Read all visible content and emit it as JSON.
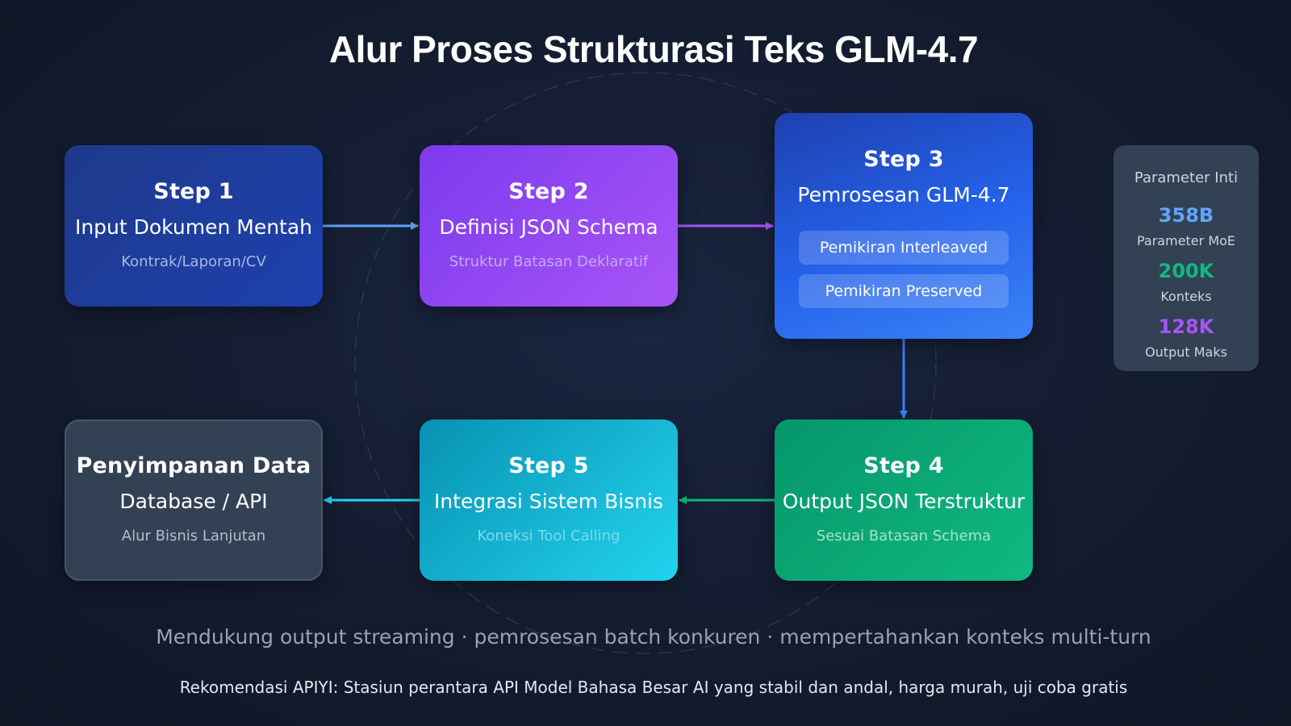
{
  "title": "Alur Proses Strukturasi Teks GLM-4.7",
  "steps": [
    {
      "step": "Step 1",
      "name": "Input Dokumen Mentah",
      "sub": "Kontrak/Laporan/CV"
    },
    {
      "step": "Step 2",
      "name": "Definisi JSON Schema",
      "sub": "Struktur Batasan Deklaratif"
    },
    {
      "step": "Step 3",
      "name": "Pemrosesan GLM-4.7",
      "chips": [
        "Pemikiran Interleaved",
        "Pemikiran Preserved"
      ]
    },
    {
      "step": "Step 4",
      "name": "Output JSON Terstruktur",
      "sub": "Sesuai Batasan Schema"
    },
    {
      "step": "Step 5",
      "name": "Integrasi Sistem Bisnis",
      "sub": "Koneksi Tool Calling"
    }
  ],
  "storage": {
    "title": "Penyimpanan Data",
    "name": "Database / API",
    "sub": "Alur Bisnis Lanjutan"
  },
  "params": {
    "title": "Parameter Inti",
    "items": [
      {
        "value": "358B",
        "label": "Parameter MoE",
        "color": "#60a5fa"
      },
      {
        "value": "200K",
        "label": "Konteks",
        "color": "#10b981"
      },
      {
        "value": "128K",
        "label": "Output Maks",
        "color": "#a855f7"
      }
    ]
  },
  "footer": "Mendukung output streaming · pemrosesan batch konkuren · mempertahankan konteks multi-turn",
  "recommendation": "Rekomendasi APIYI: Stasiun perantara API Model Bahasa Besar AI yang stabil dan andal, harga murah, uji coba gratis",
  "colors": {
    "arrow_1_2": "#60a5fa",
    "arrow_2_3": "#a855f7",
    "arrow_3_4": "#3b82f6",
    "arrow_4_5": "#10b981",
    "arrow_5_6": "#22d3ee"
  }
}
